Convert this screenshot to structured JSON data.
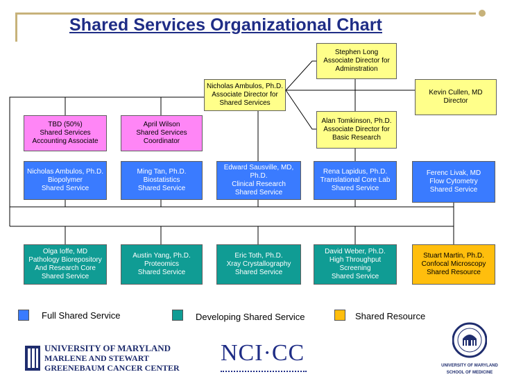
{
  "title": "Shared Services Organizational Chart",
  "boxes": {
    "stephen": "Stephen Long\nAssociate Director for\nAdminstration",
    "nicholas_top": "Nicholas Ambulos, Ph.D.\nAssociate Director for\nShared Services",
    "kevin": "Kevin Cullen, MD\nDirector",
    "alan": "Alan Tomkinson, Ph.D.\nAssociate Director for\nBasic Research",
    "tbd": "TBD (50%)\nShared Services\nAccounting Associate",
    "april": "April Wilson\nShared Services\nCoordinator",
    "nicholas_bio": "Nicholas Ambulos, Ph.D.\nBiopolymer\nShared Service",
    "ming": "Ming Tan, Ph.D.\nBiostatistics\nShared Service",
    "edward": "Edward Sausville, MD, Ph.D.\nClinical Research\nShared Service",
    "rena": "Rena Lapidus, Ph.D.\nTranslational Core Lab\nShared Service",
    "ferenc": "Ferenc Livak, MD\nFlow Cytometry\nShared Service",
    "olga": "Olga Ioffe, MD\nPathology Biorepository\nAnd Research Core\nShared Service",
    "austin": "Austin Yang, Ph.D.\nProteomics\nShared Service",
    "eric": "Eric Toth, Ph.D.\nXray Crystallography\nShared Service",
    "david": "David Weber, Ph.D.\nHigh Throughput Screening\nShared Service",
    "stuart": "Stuart Martin, Ph.D.\nConfocal Microscopy\nShared Resource"
  },
  "legend": {
    "full": "Full Shared Service",
    "developing": "Developing Shared Service",
    "resource": "Shared Resource"
  },
  "colors": {
    "full": "#3a7bff",
    "developing": "#109c94",
    "resource": "#ffbe0d",
    "admin": "#ff86f6",
    "leadership": "#ffff8a",
    "title": "#1f2d86"
  },
  "logos": {
    "umd_lines": [
      "UNIVERSITY OF MARYLAND",
      "MARLENE AND STEWART",
      "GREENEBAUM CANCER CENTER"
    ],
    "nci": "NCI·CC",
    "som_lines": [
      "UNIVERSITY OF MARYLAND",
      "SCHOOL OF MEDICINE"
    ]
  }
}
